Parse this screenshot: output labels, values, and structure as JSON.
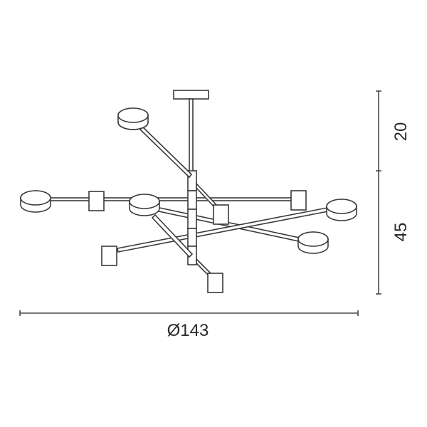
{
  "drawing": {
    "subject": "ceiling-chandelier-technical-drawing",
    "stroke_color": "#3a3a3a",
    "background": "#ffffff"
  },
  "dimensions": {
    "diameter_label": "Ø143",
    "height_upper_label": "20",
    "height_lower_label": "45"
  }
}
